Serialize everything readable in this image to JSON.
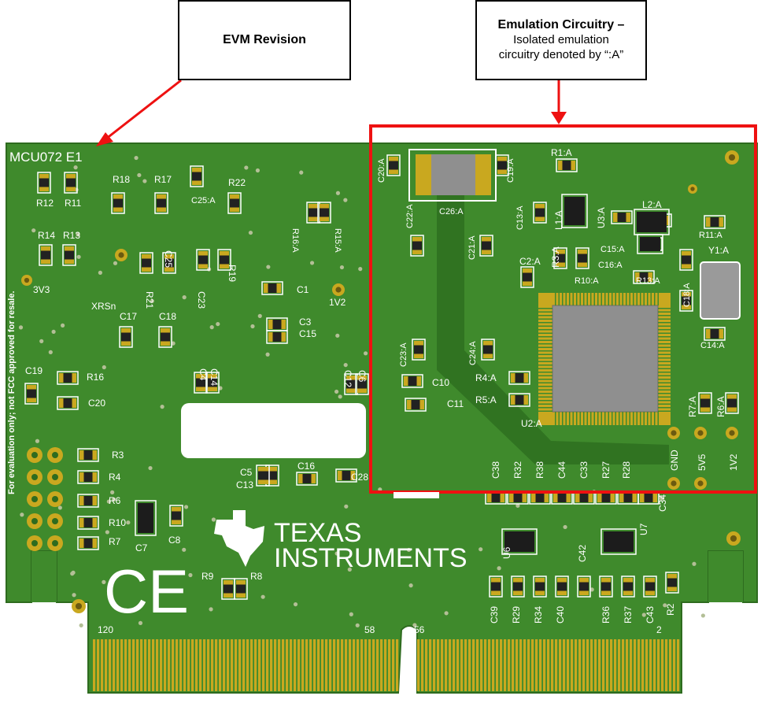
{
  "callouts": {
    "evm_revision": {
      "title": "EVM Revision"
    },
    "emulation": {
      "title": "Emulation Circuitry –",
      "line1": "Isolated emulation",
      "line2": "circuitry denoted by “:A”"
    }
  },
  "board": {
    "revision_label": "MCU072  E1",
    "side_note": "For evaluation only; not FCC approved for resale.",
    "brand": {
      "line1": "Texas",
      "line2": "Instruments"
    },
    "ce_mark": "CE",
    "connector_labels": {
      "l120": "120",
      "l58": "58",
      "l56": "56",
      "l2": "2"
    },
    "test_points": [
      "3V3",
      "XRSn",
      "1V2",
      "GND",
      "5V5",
      "1V2"
    ],
    "refdes_left": [
      "R12",
      "R11",
      "R18",
      "R17",
      "C25:A",
      "R22",
      "R16:A",
      "R15:A",
      "R14",
      "R13",
      "C25",
      "R19",
      "R21",
      "C23",
      "C1",
      "C3",
      "C15",
      "C17",
      "C18",
      "C4",
      "C14",
      "C12",
      "C6",
      "C19",
      "R16",
      "C20",
      "R3",
      "R4",
      "R6",
      "R10",
      "R7",
      "C7",
      "C8",
      "C5",
      "C13",
      "C16",
      "C28",
      "R9",
      "R8"
    ],
    "refdes_right": [
      "C20:A",
      "C19:A",
      "C26:A",
      "R1:A",
      "C22:A",
      "C13:A",
      "L1:A",
      "U3:A",
      "L2:A",
      "R11:A",
      "C21:A",
      "C2:A",
      "R3:A",
      "R10:A",
      "C15:A",
      "C16:A",
      "R13:A",
      "Y1:A",
      "C18:A",
      "C14:A",
      "C24:A",
      "C23:A",
      "C10",
      "C11",
      "R4:A",
      "R5:A",
      "U2:A",
      "R7:A",
      "R6:A"
    ],
    "refdes_bottom": [
      "C38",
      "R32",
      "R38",
      "C44",
      "C33",
      "R27",
      "R28",
      "C34",
      "U6",
      "C42",
      "U7",
      "C39",
      "R29",
      "R34",
      "C40",
      "R36",
      "R37",
      "C43",
      "R2"
    ]
  },
  "colors": {
    "pcb": "#3f8a2c",
    "pcb_edge": "#2e6b1f",
    "gold": "#c9a81f",
    "highlight": "#ee1111",
    "silk": "#ffffff"
  }
}
